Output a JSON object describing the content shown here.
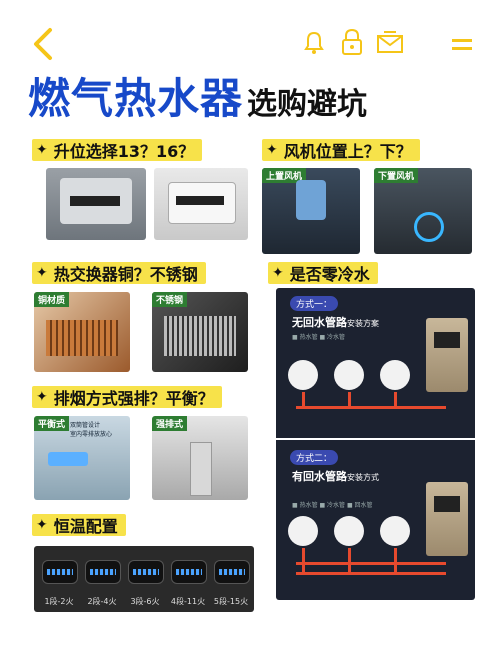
{
  "header": {
    "back_icon": "back-chevron-icon",
    "icons": [
      "bell-icon",
      "lock-icon",
      "mail-icon",
      "menu-icon"
    ],
    "accent": "#f5c518"
  },
  "title": {
    "main": "燃气热水器",
    "sub": "选购避坑",
    "main_color": "#1749c9"
  },
  "sections": {
    "s1": "升位选择13？16？",
    "s2": "风机位置上？下？",
    "s3": "热交换器铜？不锈钢",
    "s4": "是否零冷水",
    "s5": "排烟方式强排？平衡？",
    "s6": "恒温配置"
  },
  "photo_tags": {
    "fan_up": "上置风机",
    "fan_down": "下置风机",
    "copper": "铜材质",
    "steel": "不锈钢",
    "balanced": "平衡式",
    "forced": "强排式",
    "balanced_note": "双筒管设计\n室内零排放放心"
  },
  "panel": {
    "mode1_pill": "方式一：",
    "mode1_title": "无回水管路",
    "mode1_title_small": "安装方案",
    "mode2_pill": "方式二：",
    "mode2_title": "有回水管路",
    "mode2_title_small": "安装方式",
    "legend1": "■ 热水管  ■ 冷水管",
    "legend2": "■ 热水管  ■ 冷水管  ■ 回水管"
  },
  "burners": [
    "1段-2火",
    "2段-4火",
    "3段-6火",
    "4段-11火",
    "5段-15火"
  ],
  "colors": {
    "highlight": "#f7e24a",
    "panel_bg": "#1c2230",
    "pipe": "#e64a2e"
  }
}
